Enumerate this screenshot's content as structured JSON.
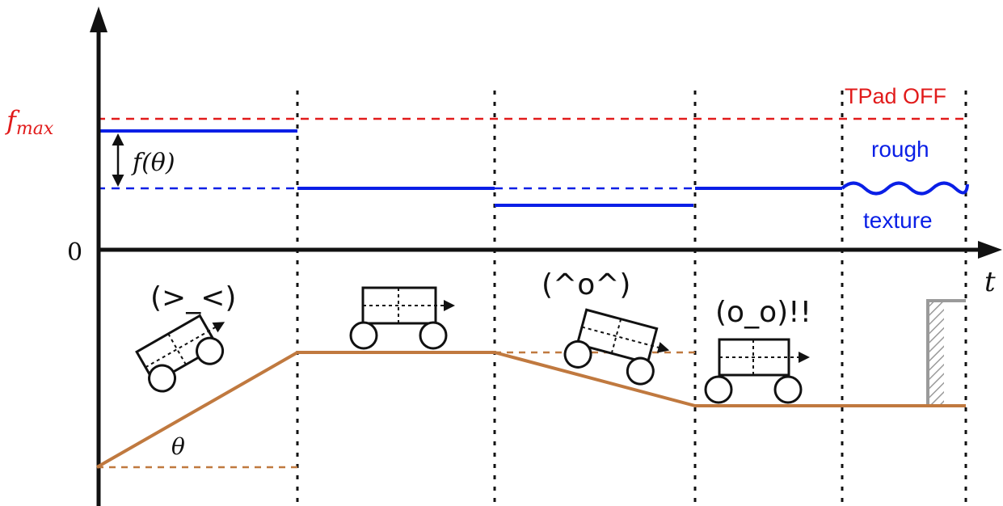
{
  "colors": {
    "axis": "#111111",
    "friction": "#0a1fe6",
    "fmax_line": "#e11b1b",
    "terrain": "#c0793f",
    "wall": "#9a9a9a"
  },
  "labels": {
    "f_max": "f",
    "f_max_sub": "max",
    "zero": "0",
    "t_axis": "t",
    "f_theta": "f(θ)",
    "theta": "θ",
    "tpad_off": "TPad OFF",
    "rough": "rough",
    "texture": "texture"
  },
  "emoticons": {
    "uphill": "(>_<)",
    "downhill": "(^o^)",
    "flat_before_wall": "(o_o)!!"
  },
  "icons": {
    "robot_cart": "cart-icon",
    "wall": "wall-icon",
    "double_arrow": "double-arrow-icon"
  }
}
